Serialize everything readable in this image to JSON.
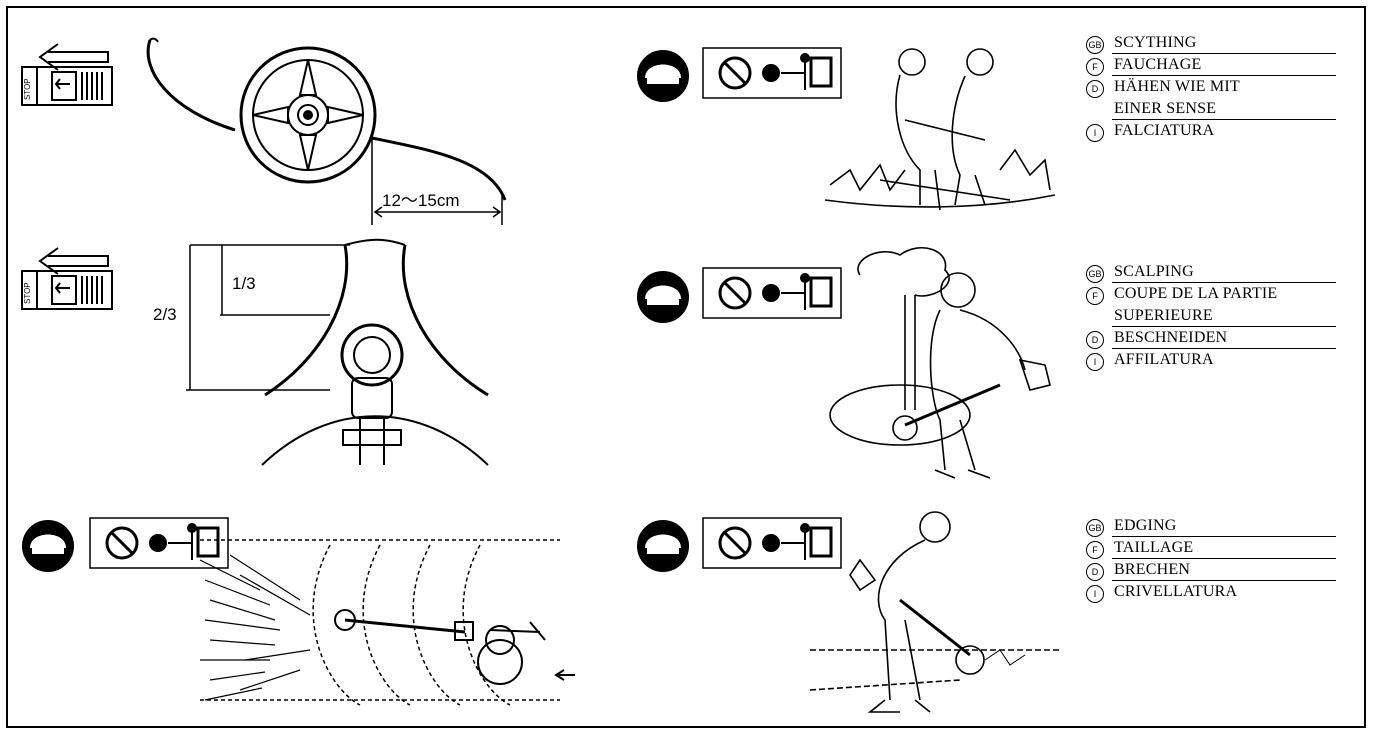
{
  "dimensions": {
    "line_length": "12～15cm",
    "one_third": "1/3",
    "two_thirds": "2/3"
  },
  "legends": {
    "scything": {
      "gb": "SCYTHING",
      "f": "FAUCHAGE",
      "d_line1": "HÄHEN WIE MIT",
      "d_line2": "EINER SENSE",
      "i": "FALCIATURA"
    },
    "scalping": {
      "gb": "SCALPING",
      "f_line1": "COUPE DE LA PARTIE",
      "f_line2": "SUPERIEURE",
      "d": "BESCHNEIDEN",
      "i": "AFFILATURA"
    },
    "edging": {
      "gb": "EDGING",
      "f": "TAILLAGE",
      "d": "BRECHEN",
      "i": "CRIVELLATURA"
    }
  },
  "language_codes": {
    "gb": "GB",
    "f": "F",
    "d": "D",
    "i": "I"
  },
  "stop_label": "STOP",
  "icons": [
    "stop-switch-icon",
    "arrow-left-icon",
    "helmet-icon",
    "safety-distance-warning-icon"
  ]
}
